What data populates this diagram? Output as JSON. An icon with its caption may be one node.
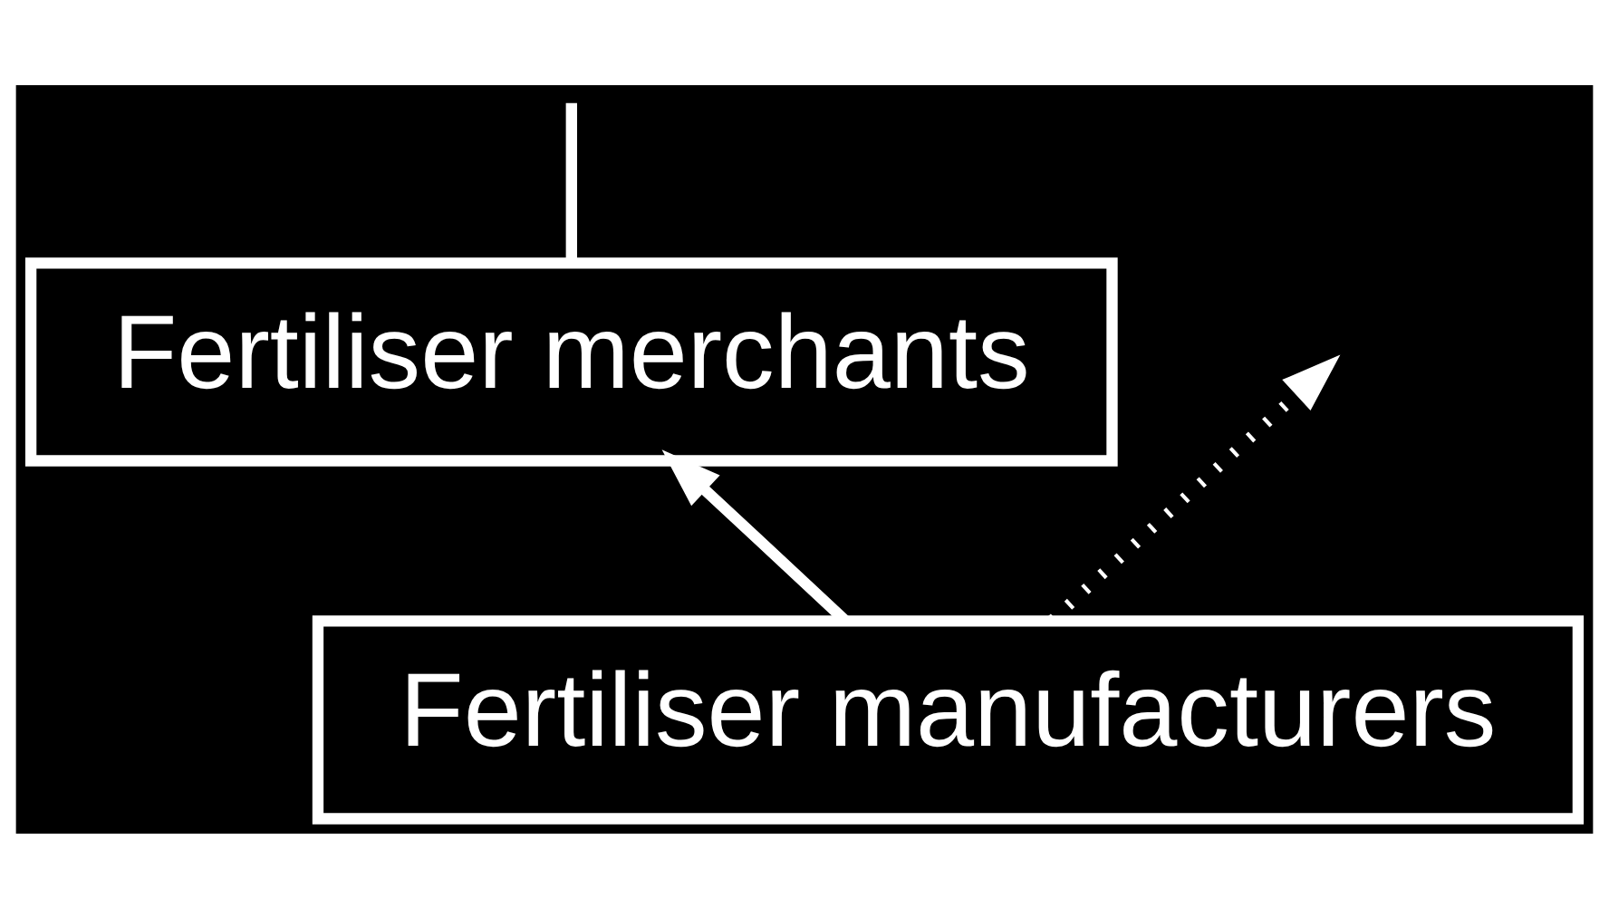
{
  "diagram": {
    "nodes": [
      {
        "text": [
          "Fertiliser merchants"
        ]
      },
      {
        "text": [
          "Fertiliser manufacturers"
        ]
      }
    ],
    "edges": [
      {
        "from": 1,
        "to": 0,
        "arrow": "to"
      },
      {
        "from": 1,
        "to": null,
        "arrow": "to",
        "style": "dashed"
      },
      {
        "from": 0,
        "to": null,
        "arrow": "none"
      }
    ]
  }
}
